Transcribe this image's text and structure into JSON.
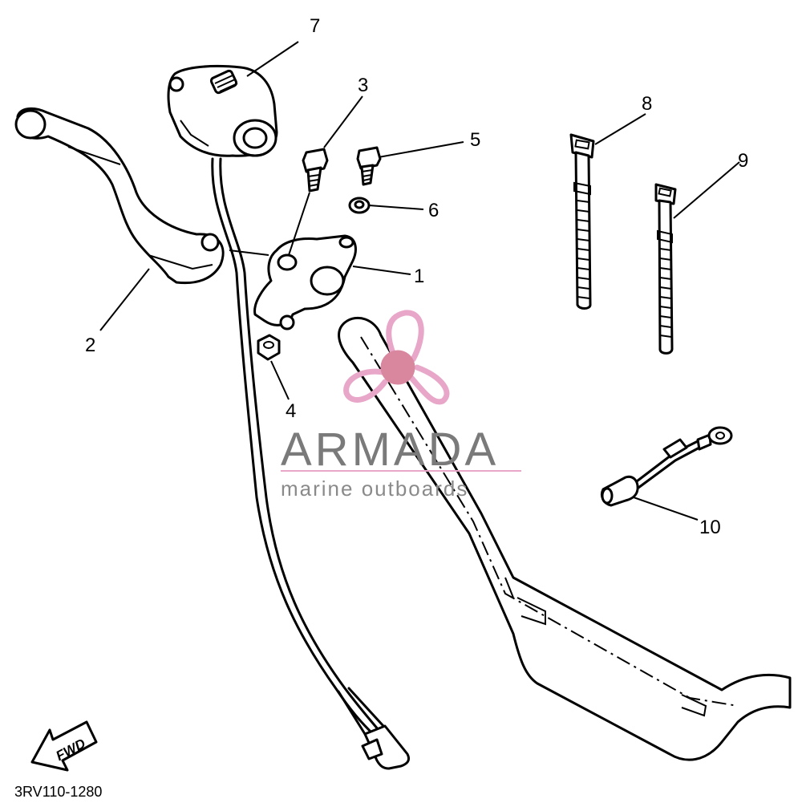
{
  "diagram": {
    "reference_code": "3RV110-1280",
    "fwd_label": "FWD",
    "callouts": [
      "1",
      "2",
      "3",
      "4",
      "5",
      "6",
      "7",
      "8",
      "9",
      "10"
    ]
  },
  "watermark": {
    "brand": "ARMADA",
    "tagline": "marine outboards",
    "colors": {
      "logo": "#e8a6c8",
      "logo_center": "#d9869f",
      "text": "#7a7a7a",
      "rule": "#e8a6c8"
    }
  },
  "icons": [
    "propeller-logo-icon",
    "fwd-arrow-icon"
  ]
}
